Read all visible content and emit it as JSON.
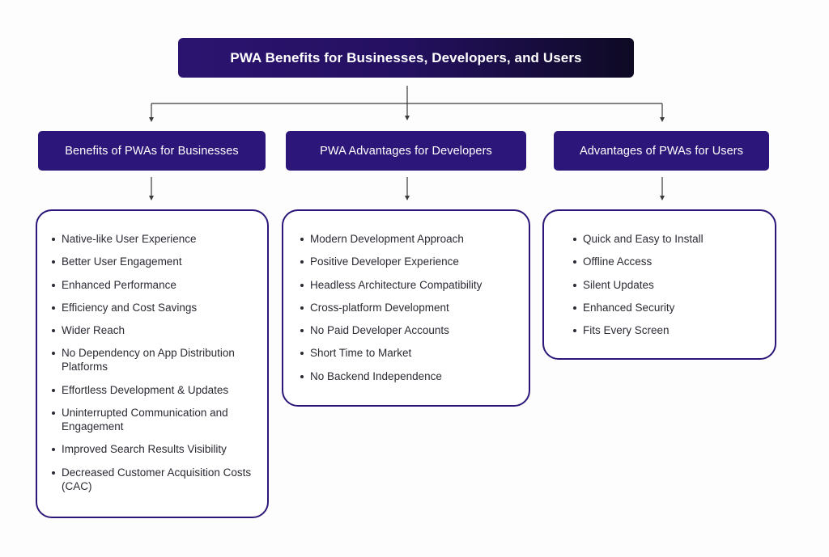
{
  "diagram": {
    "title": "PWA Benefits for Businesses, Developers, and Users",
    "colors": {
      "title_bg": "#2b1470",
      "category_bg": "#2c1679",
      "list_border": "#2c1679",
      "connector": "#3a3a3a"
    },
    "categories": [
      {
        "label": "Benefits of PWAs for Businesses",
        "items": [
          "Native-like User Experience",
          "Better User Engagement",
          "Enhanced Performance",
          "Efficiency and Cost Savings",
          "Wider Reach",
          "No Dependency on App Distribution Platforms",
          "Effortless Development & Updates",
          "Uninterrupted Communication and Engagement",
          "Improved Search Results Visibility",
          "Decreased Customer Acquisition Costs (CAC)"
        ]
      },
      {
        "label": "PWA Advantages for Developers",
        "items": [
          "Modern Development Approach",
          "Positive Developer Experience",
          "Headless Architecture Compatibility",
          "Cross-platform Development",
          "No Paid Developer Accounts",
          "Short Time to Market",
          "No Backend Independence"
        ]
      },
      {
        "label": "Advantages of PWAs for Users",
        "items": [
          "Quick and Easy to Install",
          "Offline Access",
          "Silent Updates",
          "Enhanced Security",
          "Fits Every Screen"
        ]
      }
    ]
  }
}
